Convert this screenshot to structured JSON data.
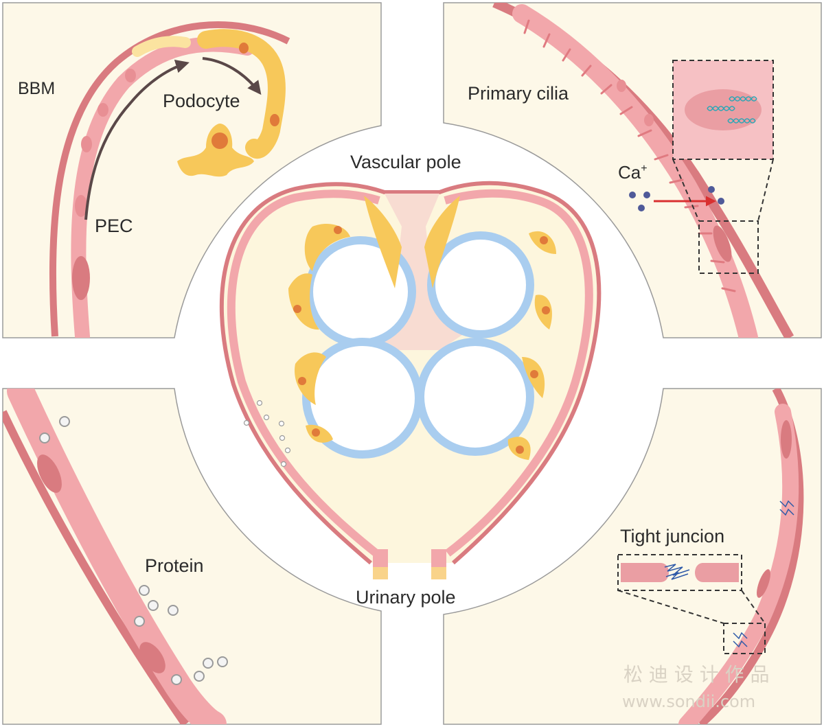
{
  "labels": {
    "bbm": "BBM",
    "podocyte": "Podocyte",
    "pec": "PEC",
    "primary_cilia": "Primary cilia",
    "ca_ion": "Ca",
    "ca_superscript": "+",
    "vascular_pole": "Vascular pole",
    "urinary_pole": "Urinary pole",
    "protein": "Protein",
    "tight_junction": "Tight juncion"
  },
  "watermark": {
    "chinese": "松 迪 设 计 作 品",
    "url": "www.sondii.com"
  },
  "colors": {
    "panel_bg": "#fdf8e8",
    "capsule": "#d97b80",
    "pec_cell": "#f2a7ab",
    "podocyte": "#f7c85a",
    "capillary": "#a9cdef",
    "outline": "#8c8c8c",
    "arrow": "#5a4848",
    "ion": "#4f5a99",
    "ion_arrow": "#d93030"
  }
}
